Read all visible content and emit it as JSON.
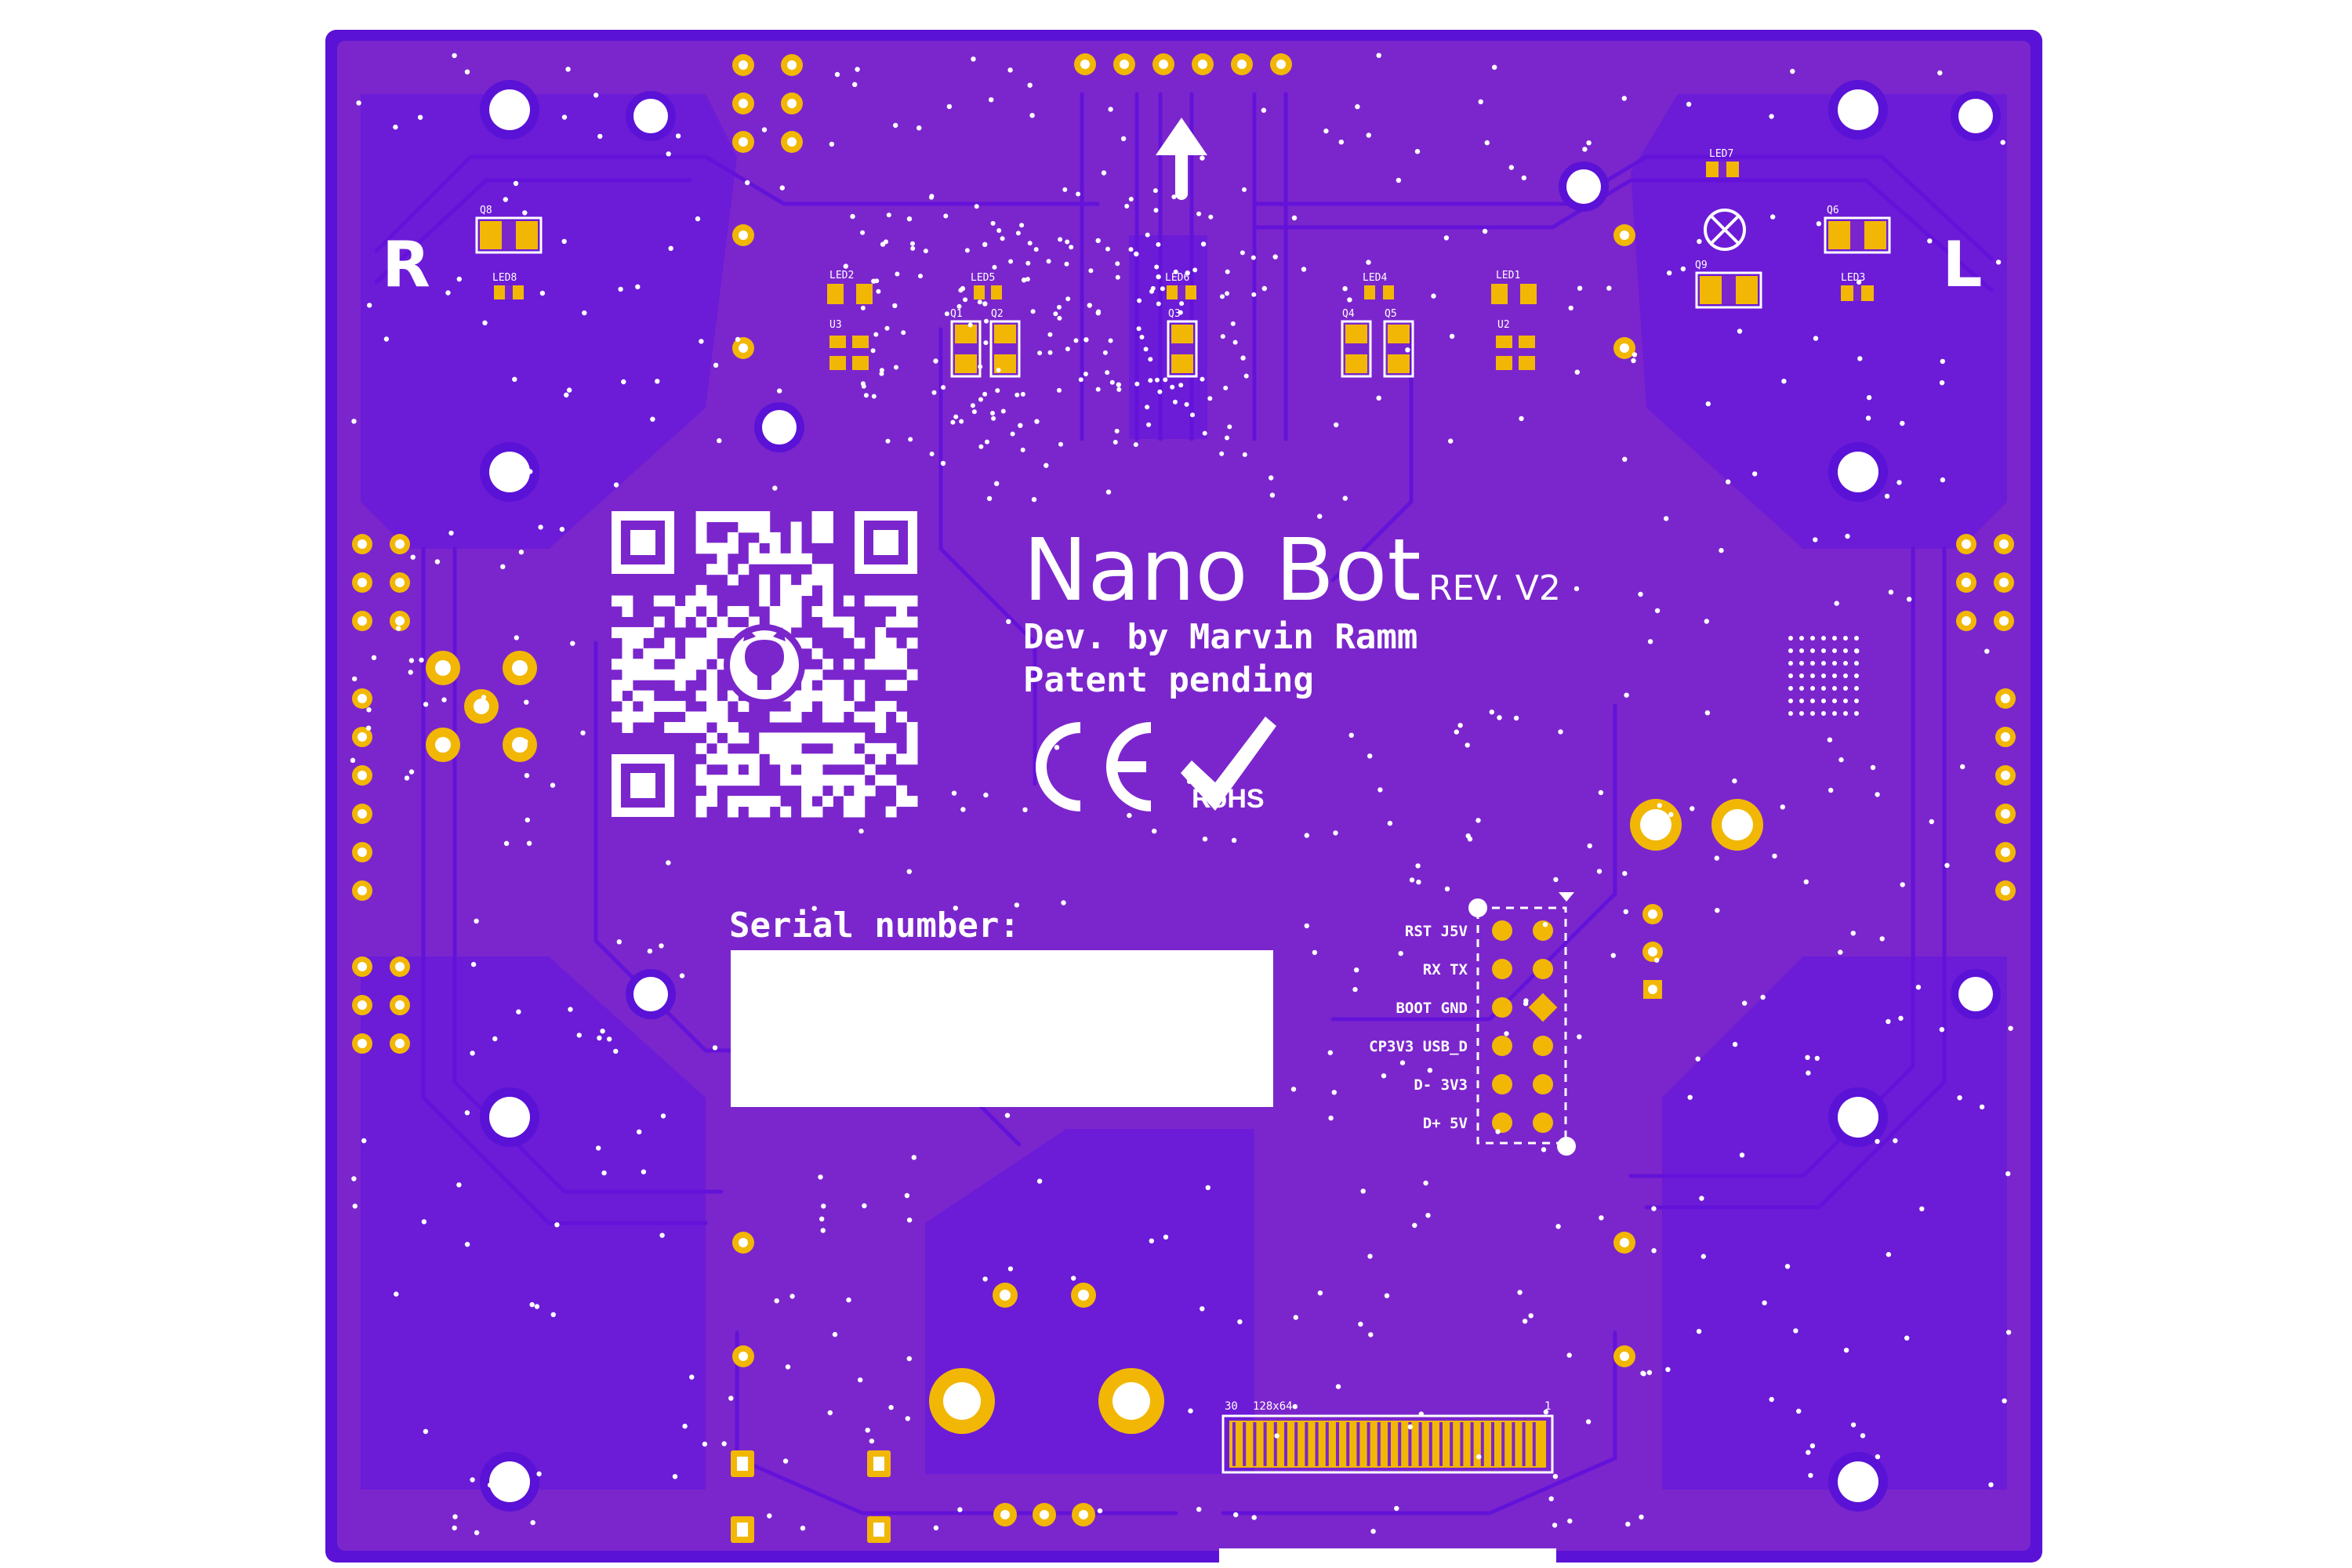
{
  "board": {
    "title": "Nano Bot",
    "revision": "REV. V2",
    "author": "Dev. by Marvin Ramm",
    "patent": "Patent pending",
    "side_left_label": "R",
    "side_right_label": "L",
    "serial_label": "Serial number:",
    "ce_mark": "CE",
    "rohs_mark": "RoHS",
    "colors": {
      "soldermask": "#7b26cc",
      "soldermask_dark": "#5a12d6",
      "copper_pad": "#f2b705",
      "silkscreen": "#ffffff"
    }
  },
  "components": {
    "leds": [
      "LED8",
      "LED2",
      "LED5",
      "LED6",
      "LED4",
      "LED1",
      "LED7",
      "LED3"
    ],
    "transistors": [
      "Q8",
      "Q1",
      "Q2",
      "Q3",
      "Q4",
      "Q5",
      "Q6",
      "Q9"
    ],
    "ics": [
      "U3",
      "U2"
    ]
  },
  "header_pins": [
    "RST J5V",
    "RX TX",
    "BOOT GND",
    "CP3V3 USB_D",
    "D- 3V3",
    "D+ 5V"
  ],
  "display_connector": {
    "left_label": "30",
    "resolution": "128x64",
    "right_label": "1"
  }
}
